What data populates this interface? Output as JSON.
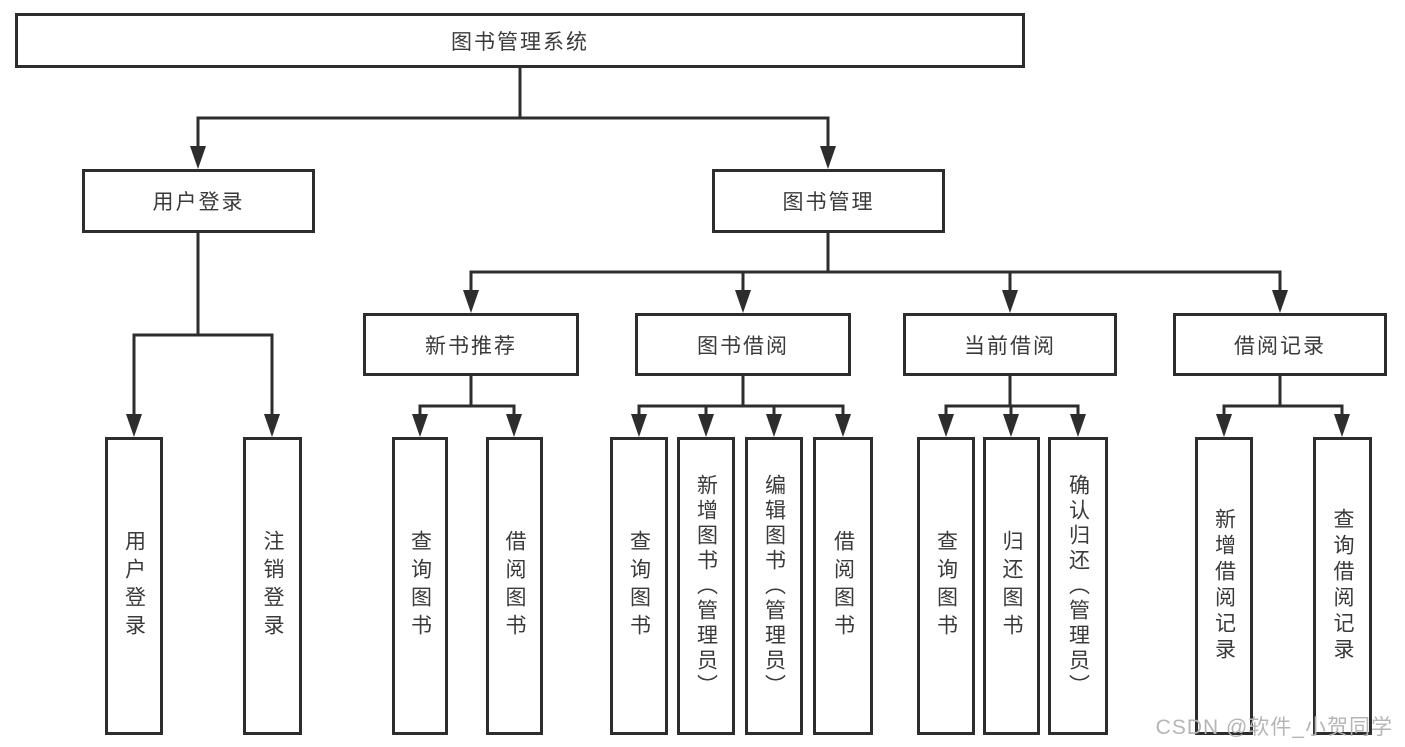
{
  "diagram": {
    "title_node": "图书管理系统",
    "level2": [
      "用户登录",
      "图书管理"
    ],
    "level3": [
      "新书推荐",
      "图书借阅",
      "当前借阅",
      "借阅记录"
    ],
    "leaves_user_login": [
      "用户登录",
      "注销登录"
    ],
    "leaves_new_book": [
      "查询图书",
      "借阅图书"
    ],
    "leaves_book_borrow": [
      "查询图书",
      "新增图书（管理员）",
      "编辑图书（管理员）",
      "借阅图书"
    ],
    "leaves_current_borrow": [
      "查询图书",
      "归还图书",
      "确认归还（管理员）"
    ],
    "leaves_borrow_records": [
      "新增借阅记录",
      "查询借阅记录"
    ],
    "watermark": "CSDN @软件_小贺同学",
    "colors": {
      "line": "#2d2d2d",
      "text": "#3a3a3a",
      "watermark": "#b5b5b5",
      "background": "#ffffff"
    }
  }
}
